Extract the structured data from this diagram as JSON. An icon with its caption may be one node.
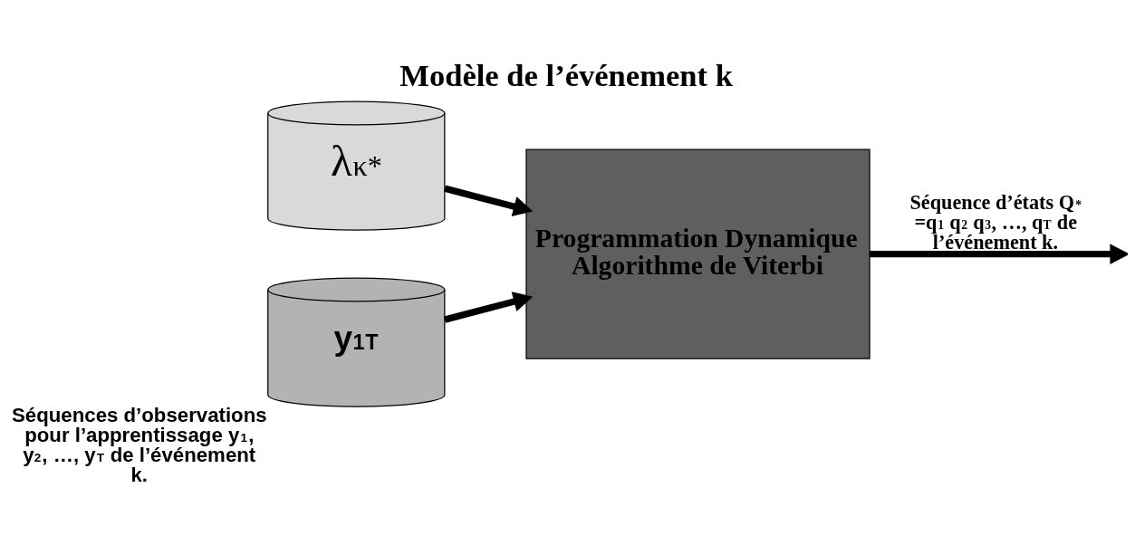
{
  "diagram": {
    "title": "Modèle de l’événement k",
    "nodes": [
      {
        "text": [
          "λ$_{κ}$$^{*}$"
        ]
      },
      {
        "text": [
          "y$_{1}$$^{T}$"
        ],
        "beside": [
          "Séquences d’observations pour l’apprentissage y$_{1}$, y$_{2}$, …, y$_{T}$ de l’événement k."
        ]
      },
      {
        "text": [
          "Programmation Dynamique Algorithme de Viterbi"
        ]
      }
    ],
    "edges": [
      {
        "from": 0,
        "to": 2,
        "arrow": "to"
      },
      {
        "from": 1,
        "to": 2,
        "arrow": "to"
      },
      {
        "from": 2,
        "to": null,
        "arrow": "to",
        "label": "Séquence d’états Q$^{*}$ =q$_{1}$ q$_{2}$ q$_{3}$, …, q$_{T}$ de l’événement k."
      }
    ]
  }
}
